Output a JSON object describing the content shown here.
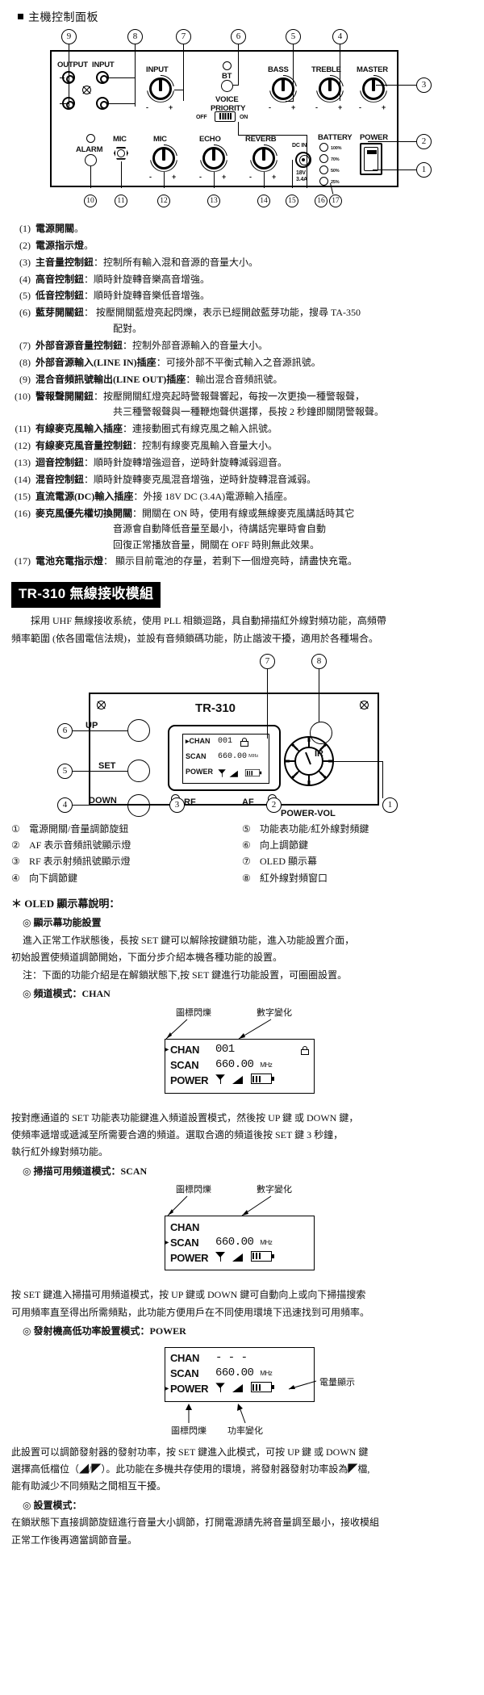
{
  "section1": {
    "heading": "主機控制面板",
    "panel": {
      "labels": {
        "output": "OUTPUT",
        "input_jacks": "INPUT",
        "input_knob": "INPUT",
        "bt": "BT",
        "voice": "VOICE",
        "priority": "PRIORITY",
        "off": "OFF",
        "on": "ON",
        "bass": "BASS",
        "treble": "TREBLE",
        "master": "MASTER",
        "alarm": "ALARM",
        "mic_jack": "MIC",
        "mic_knob": "MIC",
        "echo": "ECHO",
        "reverb": "REVERB",
        "dc_in": "DC IN",
        "dc_volt": "18V",
        "dc_amp": "3.4A",
        "battery": "BATTERY",
        "batt_100": "100%",
        "batt_70": "70%",
        "batt_50": "50%",
        "batt_25": "25%",
        "power": "POWER",
        "minus": "-",
        "plus": "+"
      },
      "callouts": {
        "c1": "1",
        "c2": "2",
        "c3": "3",
        "c4": "4",
        "c5": "5",
        "c6": "6",
        "c7": "7",
        "c8": "8",
        "c9": "9",
        "c10": "10",
        "c11": "11",
        "c12": "12",
        "c13": "13",
        "c14": "14",
        "c15": "15",
        "c16": "16",
        "c17": "17"
      }
    },
    "items": [
      {
        "num": "(1)",
        "bold": "電源開關",
        "rest": "。",
        "extra": []
      },
      {
        "num": "(2)",
        "bold": "電源指示燈",
        "rest": "。",
        "extra": []
      },
      {
        "num": "(3)",
        "bold": "主音量控制鈕",
        "rest": "：控制所有輸入混和音源的音量大小。",
        "extra": []
      },
      {
        "num": "(4)",
        "bold": "高音控制鈕",
        "rest": "：順時針旋轉音樂高音增強。",
        "extra": []
      },
      {
        "num": "(5)",
        "bold": "低音控制鈕",
        "rest": "：順時針旋轉音樂低音增強。",
        "extra": []
      },
      {
        "num": "(6)",
        "bold": "藍芽開關鈕",
        "rest": "： 按壓開關藍燈亮起閃爍，表示已經開啟藍芽功能，搜尋 TA-350",
        "extra": [
          "配對。"
        ]
      },
      {
        "num": "(7)",
        "bold": "外部音源音量控制鈕",
        "rest": "：控制外部音源輸入的音量大小。",
        "extra": []
      },
      {
        "num": "(8)",
        "bold": "外部音源輸入(LINE IN)插座",
        "rest": "：可接外部不平衡式輸入之音源訊號。",
        "extra": []
      },
      {
        "num": "(9)",
        "bold": "混合音頻訊號輸出(LINE OUT)插座",
        "rest": "：輸出混合音頻訊號。",
        "extra": []
      },
      {
        "num": "(10)",
        "bold": "警報聲開關鈕",
        "rest": "：按壓開關紅燈亮起時警報聲響起，每按一次更換一種警報聲，",
        "extra": [
          "共三種警報聲與一種鞭炮聲供選擇，長按 2 秒鐘即關閉警報聲。"
        ]
      },
      {
        "num": "(11)",
        "bold": "有線麥克風輸入插座",
        "rest": "：連接動圈式有線克風之輸入訊號。",
        "extra": []
      },
      {
        "num": "(12)",
        "bold": "有線麥克風音量控制鈕",
        "rest": "：控制有線麥克風輸入音量大小。",
        "extra": []
      },
      {
        "num": "(13)",
        "bold": "迴音控制鈕",
        "rest": "：順時針旋轉增強迴音，逆時針旋轉減弱迴音。",
        "extra": []
      },
      {
        "num": "(14)",
        "bold": "混音控制鈕",
        "rest": "：順時針旋轉麥克風混音增強，逆時針旋轉混音減弱。",
        "extra": []
      },
      {
        "num": "(15)",
        "bold": "直流電源(DC)輸入插座",
        "rest": "：外接 18V DC (3.4A)電源輸入插座。",
        "extra": []
      },
      {
        "num": "(16)",
        "bold": "麥克風優先權切換開關",
        "rest": "：開關在 ON 時，使用有線或無線麥克風講話時其它",
        "extra": [
          "音源會自動降低音量至最小，待講話完畢時會自動",
          "回復正常播放音量，開關在 OFF 時則無此效果。"
        ]
      },
      {
        "num": "(17)",
        "bold": "電池充電指示燈",
        "rest": "： 顯示目前電池的存量，若剩下一個燈亮時，請盡快充電。",
        "extra": []
      }
    ]
  },
  "section2": {
    "banner": "TR-310 無線接收模組",
    "intro_line1": "採用 UHF 無線接收系統，使用 PLL 相鎖迴路，具自動掃描紅外線對頻功能，高頻帶",
    "intro_line2": "頻率範圍 (依各國電信法規)，並設有音頻鎖碼功能，防止諧波干擾，適用於各種場合。",
    "diagram": {
      "title": "TR-310",
      "up": "UP",
      "set": "SET",
      "down": "DOWN",
      "rf": "RF",
      "af": "AF",
      "ir": "IR",
      "power_vol": "POWER-VOL",
      "callouts": {
        "c1": "1",
        "c2": "2",
        "c3": "3",
        "c4": "4",
        "c5": "5",
        "c6": "6",
        "c7": "7",
        "c8": "8"
      },
      "oled": {
        "chan_label": "CHAN",
        "chan_value": "001",
        "scan_label": "SCAN",
        "scan_value": "660.00",
        "scan_unit": "MHz",
        "power_label": "POWER"
      }
    },
    "legend": [
      {
        "n": "①",
        "text": "電源開關/音量調節旋鈕"
      },
      {
        "n": "⑤",
        "text": "功能表功能/紅外線對頻鍵"
      },
      {
        "n": "②",
        "text": "AF 表示音頻訊號顯示燈"
      },
      {
        "n": "⑥",
        "text": "向上調節鍵"
      },
      {
        "n": "③",
        "text": "RF 表示射頻訊號顯示燈"
      },
      {
        "n": "⑦",
        "text": "OLED 顯示幕"
      },
      {
        "n": "④",
        "text": "向下調節鍵"
      },
      {
        "n": "⑧",
        "text": "紅外線對頻窗口"
      }
    ],
    "oled_section": {
      "star_head": "＊ OLED 顯示幕說明：",
      "blocks": [
        {
          "head_mark": "◎",
          "head": "顯示幕功能設置",
          "paras": [
            "進入正常工作狀態後，長按 SET 鍵可以解除按鍵鎖功能，進入功能設置介面，",
            "初始設置使頻道調節開始，下面分步介紹本機各種功能的設置。",
            "注：下面的功能介紹是在解鎖狀態下,按 SET 鍵進行功能設置，可圈圈設置。"
          ]
        }
      ],
      "chan_mode": {
        "head_mark": "◎",
        "head": "頻道模式：CHAN",
        "annot_left": "圖標閃爍",
        "annot_right": "數字變化",
        "display": {
          "r1_label": "CHAN",
          "r1_value": "001",
          "r1_marker": "▸",
          "r2_label": "SCAN",
          "r2_value": "660.00",
          "r2_unit": "MHz",
          "r3_label": "POWER"
        },
        "paras": [
          "按對應通道的 SET 功能表功能鍵進入頻道設置模式，然後按 UP 鍵 或 DOWN 鍵，",
          "使頻率遞增或遞減至所需要合適的頻道。選取合適的頻道後按 SET 鍵 3 秒鐘，",
          "執行紅外線對頻功能。"
        ]
      },
      "scan_mode": {
        "head_mark": "◎",
        "head": "掃描可用頻道模式：SCAN",
        "annot_left": "圖標閃爍",
        "annot_right": "數字變化",
        "display": {
          "r1_label": "CHAN",
          "r1_value": "",
          "r2_label": "SCAN",
          "r2_value": "660.00",
          "r2_unit": "MHz",
          "r2_marker": "▸",
          "r3_label": "POWER"
        },
        "paras": [
          "按 SET 鍵進入掃描可用頻道模式，按 UP 鍵或 DOWN 鍵可自動向上或向下掃描搜索",
          "可用頻率直至得出所需頻點，此功能方便用戶在不同使用環境下迅速找到可用頻率。"
        ]
      },
      "power_mode": {
        "head_mark": "◎",
        "head": "發射機高低功率設置模式：POWER",
        "annot_bottom_left": "圖標閃爍",
        "annot_bottom_right": "功率變化",
        "annot_right": "電量顯示",
        "display": {
          "r1_label": "CHAN",
          "r1_value": "- - -",
          "r2_label": "SCAN",
          "r2_value": "660.00",
          "r2_unit": "MHz",
          "r3_label": "POWER",
          "r3_marker": "▸"
        },
        "paras": [
          "此設置可以調節發射器的發射功率，按 SET 鍵進入此模式，可按 UP 鍵 或 DOWN 鍵",
          "選擇高低檔位（◢/◤）。此功能在多機共存使用的環境，將發射器發射功率設為◤檔,",
          "能有助減少不同頻點之間相互干擾。"
        ]
      },
      "setting_mode": {
        "head_mark": "◎",
        "head": "設置模式：",
        "paras": [
          "在鎖狀態下直接調節旋鈕進行音量大小調節，打開電源請先將音量調至最小，接收模組",
          "正常工作後再適當調節音量。"
        ]
      }
    }
  }
}
